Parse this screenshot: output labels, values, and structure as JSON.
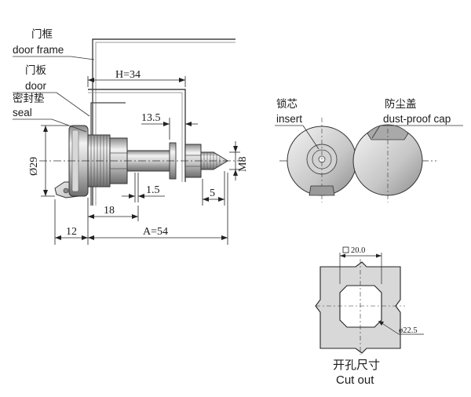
{
  "labels": {
    "door_frame_zh": "门框",
    "door_frame_en": "door frame",
    "door_zh": "门板",
    "door_en": "door",
    "seal_zh": "密封垫",
    "seal_en": "seal",
    "insert_zh": "锁芯",
    "insert_en": "insert",
    "cap_zh": "防尘盖",
    "cap_en": "dust-proof cap",
    "cutout_zh": "开孔尺寸",
    "cutout_en": "Cut out"
  },
  "dimensions": {
    "h": "H=34",
    "d135": "13.5",
    "dia29": "Ø29",
    "m8": "M8",
    "d15": "1.5",
    "d5": "5",
    "d18": "18",
    "d12": "12",
    "a": "A=54",
    "d20": "20.0",
    "d225": "ø22.5"
  },
  "colors": {
    "metal_light": "#e6e6e6",
    "metal_mid": "#bdbdbd",
    "metal_dark": "#7d7d7d",
    "line": "#1a1a1a"
  }
}
